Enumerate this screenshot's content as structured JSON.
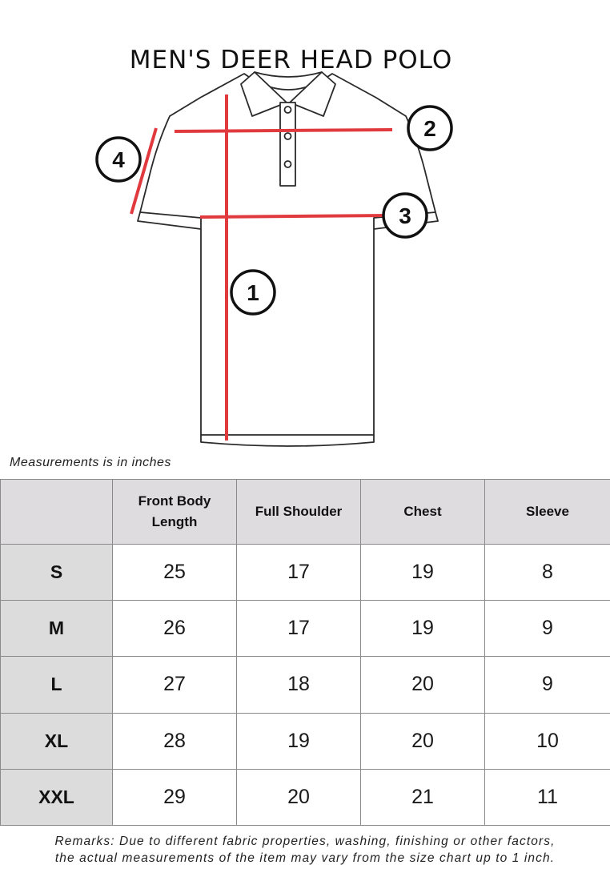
{
  "title": "MEN'S DEER HEAD POLO",
  "diagram": {
    "markers": [
      "1",
      "2",
      "3",
      "4"
    ],
    "line_color": "#e03a3e"
  },
  "note": "Measurements is in inches",
  "table": {
    "headers": [
      "",
      "Front Body Length",
      "Full Shoulder",
      "Chest",
      "Sleeve"
    ],
    "rows": [
      {
        "size": "S",
        "values": [
          "25",
          "17",
          "19",
          "8"
        ]
      },
      {
        "size": "M",
        "values": [
          "26",
          "17",
          "19",
          "9"
        ]
      },
      {
        "size": "L",
        "values": [
          "27",
          "18",
          "20",
          "9"
        ]
      },
      {
        "size": "XL",
        "values": [
          "28",
          "19",
          "20",
          "10"
        ]
      },
      {
        "size": "XXL",
        "values": [
          "29",
          "20",
          "21",
          "11"
        ]
      }
    ]
  },
  "remarks": {
    "line1": "Remarks: Due to different fabric properties, washing, finishing or other factors,",
    "line2": "the actual measurements of the item may vary from the size chart up to 1 inch."
  }
}
